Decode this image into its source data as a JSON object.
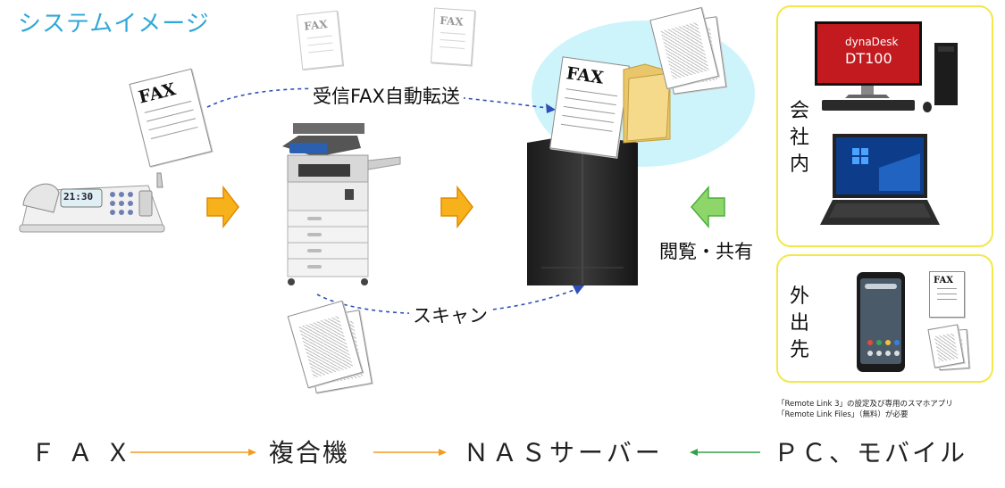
{
  "title": "システムイメージ",
  "labels": {
    "fax_forward": "受信FAX自動転送",
    "scan": "スキャン",
    "view_share": "閲覧・共有",
    "office": "会社内",
    "outside": "外出先"
  },
  "sheet_text": "FAX",
  "devices": {
    "fax_clock": "21:30",
    "monitor_brand": "dynaDesk",
    "monitor_model": "DT100"
  },
  "note": {
    "line1": "「Remote Link 3」の設定及び専用のスマホアプリ",
    "line2": "「Remote Link Files」（無料）が必要"
  },
  "flow": {
    "fax": "ＦＡＸ",
    "mfp": "複合機",
    "nas": "ＮＡＳサーバー",
    "pc_mobile": "ＰＣ、モバイル"
  },
  "colors": {
    "title": "#2fa8d8",
    "arrow_orange": "#f7a81b",
    "arrow_green": "#4cae3c",
    "box_border": "#f2e84a",
    "nas_bubble": "#cdf4fb",
    "dash_blue": "#2f4fb8"
  }
}
